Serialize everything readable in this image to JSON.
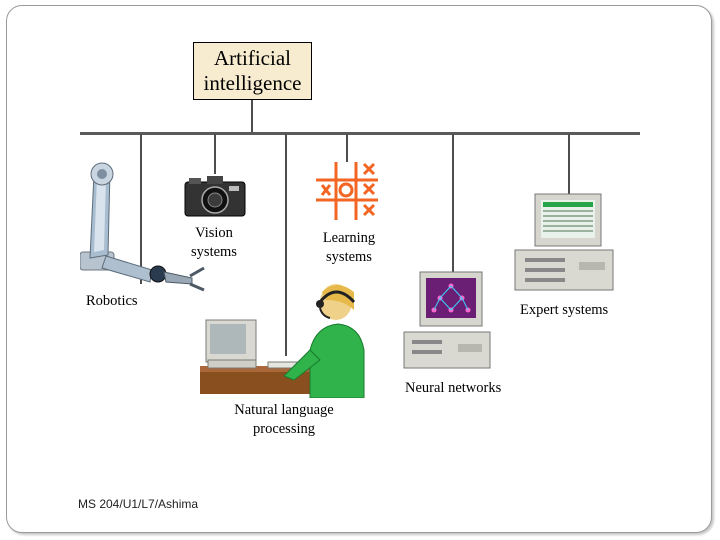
{
  "root": {
    "line1": "Artificial",
    "line2": "intelligence"
  },
  "branches": {
    "robotics": "Robotics",
    "vision": {
      "line1": "Vision",
      "line2": "systems"
    },
    "learning": {
      "line1": "Learning",
      "line2": "systems"
    },
    "natural_language": {
      "line1": "Natural language",
      "line2": "processing"
    },
    "neural": "Neural networks",
    "expert": "Expert systems"
  },
  "footer": "MS 204/U1/L7/Ashima",
  "colors": {
    "root_fill": "#f7ecd0",
    "ttt_lines": "#f26522",
    "shirt_green": "#2fb34a",
    "computer_beige": "#d9d9d2"
  },
  "icons": [
    "robot-arm-icon",
    "camera-icon",
    "tic-tac-toe-icon",
    "operator-at-computer-icon",
    "neural-computer-icon",
    "expert-computer-icon"
  ]
}
